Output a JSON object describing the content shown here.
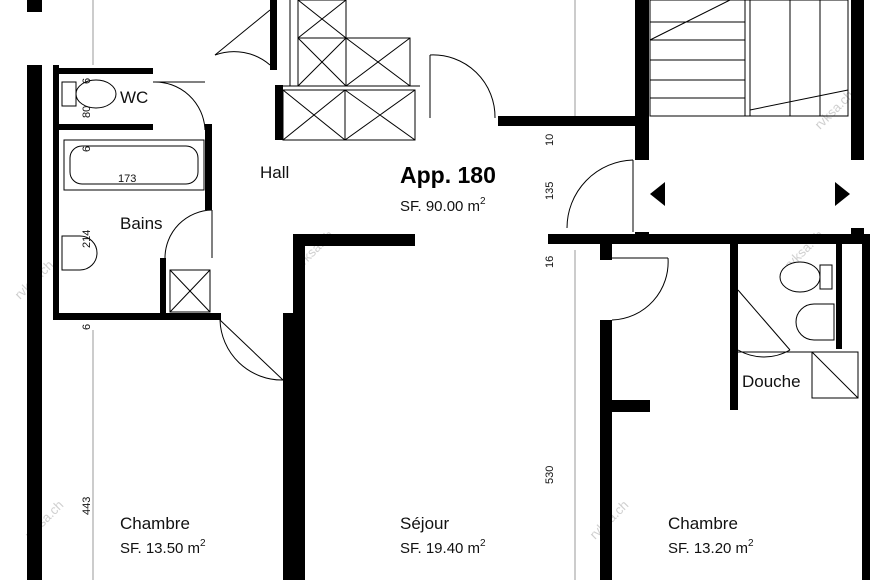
{
  "apartment": {
    "title": "App. 180",
    "area_label": "SF. 90.00 m",
    "area_sup": "2"
  },
  "rooms": {
    "wc": "WC",
    "hall": "Hall",
    "bains": "Bains",
    "douche": "Douche",
    "chambre_left": {
      "name": "Chambre",
      "area": "SF. 13.50 m",
      "sup": "2"
    },
    "sejour": {
      "name": "Séjour",
      "area": "SF. 19.40 m",
      "sup": "2"
    },
    "chambre_right": {
      "name": "Chambre",
      "area": "SF. 13.20 m",
      "sup": "2"
    }
  },
  "dimensions": {
    "wc_height": "80",
    "wc_wall": "6",
    "bath_wall": "6",
    "bath_length": "173",
    "bains_214": "214",
    "left_6": "6",
    "left_443": "443",
    "right_10": "10",
    "right_135": "135",
    "right_16": "16",
    "right_530": "530"
  },
  "watermark": "rvksa.ch"
}
